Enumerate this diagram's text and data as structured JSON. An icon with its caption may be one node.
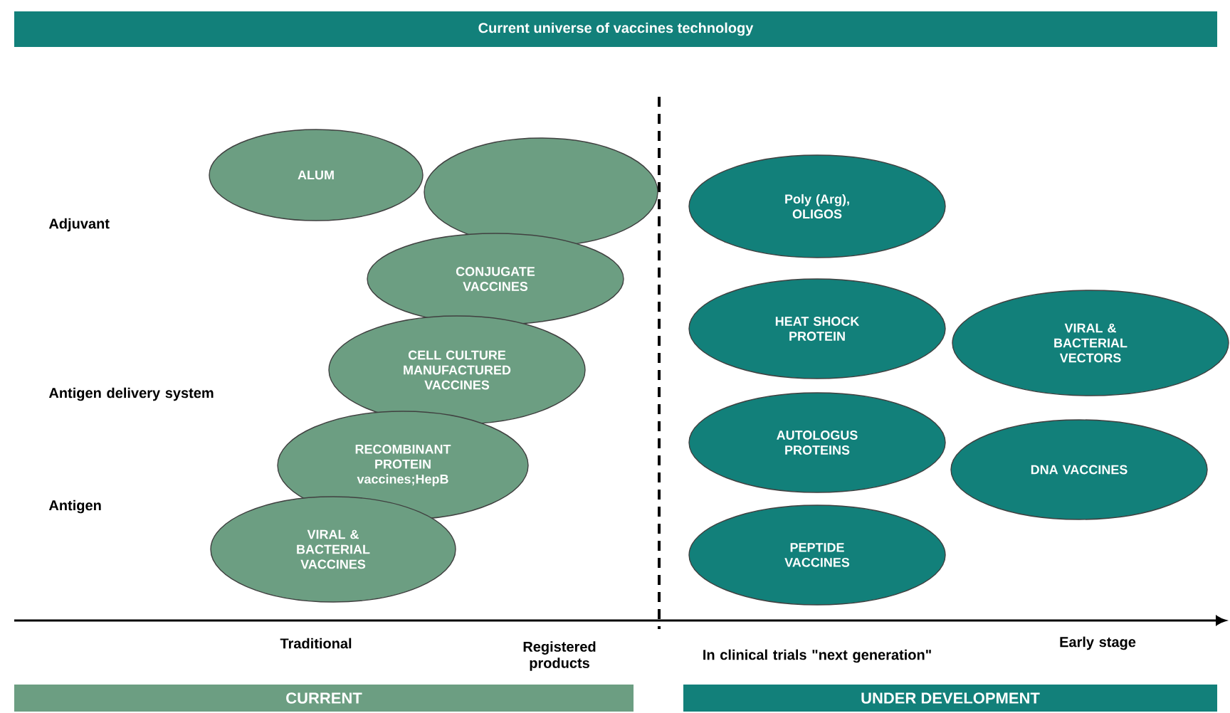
{
  "diagram": {
    "title": "Current universe of vaccines technology",
    "nodes": [
      {
        "text": [
          "ALUM"
        ]
      },
      {
        "text": [],
        "shape": "ellipse"
      },
      {
        "text": [
          "CONJUGATE VACCINES"
        ]
      },
      {
        "text": [
          "CELL CULTURE MANUFACTURED VACCINES"
        ]
      },
      {
        "text": [
          "RECOMBINANT PROTEIN vaccines;HepB"
        ]
      },
      {
        "text": [
          "VIRAL & BACTERIAL VACCINES"
        ]
      },
      {
        "text": [
          "Poly (Arg), OLIGOS"
        ]
      },
      {
        "text": [
          "HEAT SHOCK PROTEIN"
        ]
      },
      {
        "text": [
          "AUTOLOGUS PROTEINS"
        ]
      },
      {
        "text": [
          "PEPTIDE VACCINES"
        ]
      },
      {
        "text": [
          "VIRAL & BACTERIAL VECTORS"
        ]
      },
      {
        "text": [
          "DNA VACCINES"
        ]
      },
      {
        "text": [
          "CURRENT"
        ]
      },
      {
        "text": [
          "UNDER DEVELOPMENT"
        ]
      }
    ],
    "labels": [
      "Adjuvant",
      "Antigen delivery system",
      "Antigen",
      "Traditional",
      "Registered products",
      "In clinical trials \"next generation\"",
      "Early stage"
    ]
  }
}
